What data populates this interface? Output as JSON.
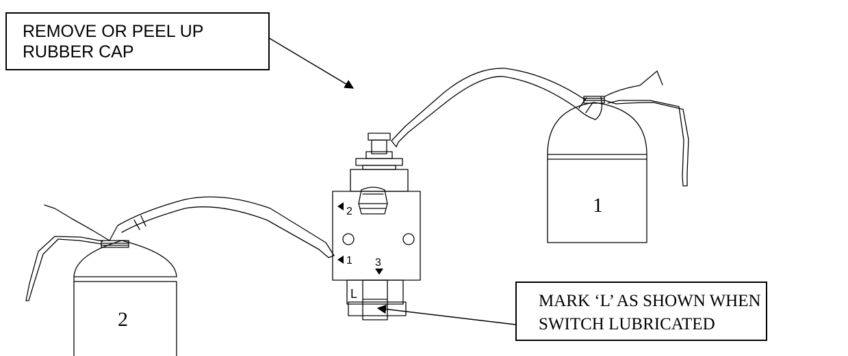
{
  "callouts": {
    "cap": {
      "line1": "REMOVE OR PEEL UP",
      "line2": "RUBBER CAP"
    },
    "mark": {
      "line1": "MARK ‘L’ AS SHOWN WHEN",
      "line2": "SWITCH LUBRICATED"
    }
  },
  "oil_cans": {
    "can1": {
      "label": "1"
    },
    "can2": {
      "label": "2"
    }
  },
  "switch_block": {
    "port2_label": "2",
    "port1_label": "1",
    "port3_label": "3",
    "mark_label": "L"
  }
}
